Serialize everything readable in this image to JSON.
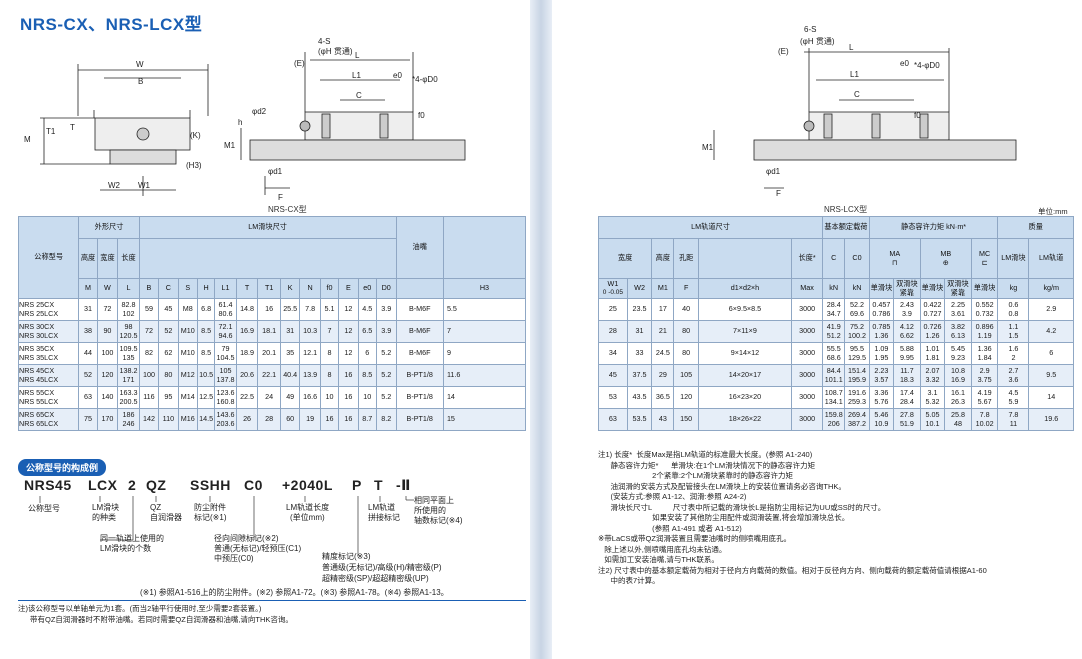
{
  "left": {
    "title": "NRS-CX、NRS-LCX型",
    "caption": "NRS-CX型",
    "dims": {
      "W": "W",
      "B": "B",
      "T1": "T1",
      "T": "T",
      "M": "M",
      "K": "(K)",
      "H3": "(H3)",
      "W2": "W2",
      "W1": "W1",
      "E": "(E)",
      "S": "4-S",
      "Hthru": "(φH 贯通)",
      "L": "L",
      "L1": "L1",
      "C": "C",
      "e0": "e0",
      "D0": "*4-φD0",
      "d2": "φd2",
      "M1": "M1",
      "h": "h",
      "f0": "f0",
      "d1": "φd1",
      "F": "F"
    },
    "table": {
      "h_model": "公称型号",
      "h_outer": "外形尺寸",
      "h_lm": "LM滑块尺寸",
      "h_height": "高度",
      "h_width": "宽度",
      "h_length": "长度",
      "h_nipple": "油嘴",
      "sub": [
        "M",
        "W",
        "L",
        "B",
        "C",
        "S",
        "H",
        "L1",
        "T",
        "T1",
        "K",
        "N",
        "f0",
        "E",
        "e0",
        "D0",
        "H3"
      ],
      "rows": [
        {
          "m": [
            "NRS 25CX",
            "NRS 25LCX"
          ],
          "M": "31",
          "W": "72",
          "L": [
            "82.8",
            "102"
          ],
          "B": "59",
          "C": "45",
          "S": "M8",
          "H": "6.8",
          "L1": [
            "61.4",
            "80.6"
          ],
          "T": "14.8",
          "T1": "16",
          "K": "25.5",
          "N": "7.8",
          "f0": "5.1",
          "E": "12",
          "e0": "4.5",
          "D0": "3.9",
          "n": "B-M6F",
          "H3": "5.5"
        },
        {
          "m": [
            "NRS 30CX",
            "NRS 30LCX"
          ],
          "M": "38",
          "W": "90",
          "L": [
            "98",
            "120.5"
          ],
          "B": "72",
          "C": "52",
          "S": "M10",
          "H": "8.5",
          "L1": [
            "72.1",
            "94.6"
          ],
          "T": "16.9",
          "T1": "18.1",
          "K": "31",
          "N": "10.3",
          "f0": "7",
          "E": "12",
          "e0": "6.5",
          "D0": "3.9",
          "n": "B-M6F",
          "H3": "7"
        },
        {
          "m": [
            "NRS 35CX",
            "NRS 35LCX"
          ],
          "M": "44",
          "W": "100",
          "L": [
            "109.5",
            "135"
          ],
          "B": "82",
          "C": "62",
          "S": "M10",
          "H": "8.5",
          "L1": [
            "79",
            "104.5"
          ],
          "T": "18.9",
          "T1": "20.1",
          "K": "35",
          "N": "12.1",
          "f0": "8",
          "E": "12",
          "e0": "6",
          "D0": "5.2",
          "n": "B-M6F",
          "H3": "9"
        },
        {
          "m": [
            "NRS 45CX",
            "NRS 45LCX"
          ],
          "M": "52",
          "W": "120",
          "L": [
            "138.2",
            "171"
          ],
          "B": "100",
          "C": "80",
          "S": "M12",
          "H": "10.5",
          "L1": [
            "105",
            "137.8"
          ],
          "T": "20.6",
          "T1": "22.1",
          "K": "40.4",
          "N": "13.9",
          "f0": "8",
          "E": "16",
          "e0": "8.5",
          "D0": "5.2",
          "n": "B-PT1/8",
          "H3": "11.6"
        },
        {
          "m": [
            "NRS 55CX",
            "NRS 55LCX"
          ],
          "M": "63",
          "W": "140",
          "L": [
            "163.3",
            "200.5"
          ],
          "B": "116",
          "C": "95",
          "S": "M14",
          "H": "12.5",
          "L1": [
            "123.6",
            "160.8"
          ],
          "T": "22.5",
          "T1": "24",
          "K": "49",
          "N": "16.6",
          "f0": "10",
          "E": "16",
          "e0": "10",
          "D0": "5.2",
          "n": "B-PT1/8",
          "H3": "14"
        },
        {
          "m": [
            "NRS 65CX",
            "NRS 65LCX"
          ],
          "M": "75",
          "W": "170",
          "L": [
            "186",
            "246"
          ],
          "B": "142",
          "C": "110",
          "S": "M16",
          "H": "14.5",
          "L1": [
            "143.6",
            "203.6"
          ],
          "T": "26",
          "T1": "28",
          "K": "60",
          "N": "19",
          "f0": "16",
          "E": "16",
          "e0": "8.7",
          "D0": "8.2",
          "n": "B-PT1/8",
          "H3": "15"
        }
      ]
    },
    "section": "公称型号的构成例",
    "code": [
      "NRS45",
      "LCX",
      "2",
      "QZ",
      "SSHH",
      "C0",
      "+2040L",
      "P",
      "T",
      "-Ⅱ"
    ],
    "labels": {
      "model": "公称型号",
      "kind1": "LM滑块",
      "kind2": "的种类",
      "qz1": "QZ",
      "qz2": "自润滑器",
      "dust1": "防尘附件",
      "dust2": "标记(※1)",
      "railLen1": "LM轨道长度",
      "railLen2": "(单位mm)",
      "joint1": "LM轨道",
      "joint2": "拼接标记",
      "axis1": "相同平面上",
      "axis2": "所使用的",
      "axis3": "轴数标记(※4)",
      "count1": "同一轨道上使用的",
      "count2": "LM滑块的个数",
      "clr1": "径向间隙标记(※2)",
      "clr2": "普通(无标记)/轻预压(C1)",
      "clr3": "中预压(C0)",
      "acc1": "精度标记(※3)",
      "acc2": "普通级(无标记)/高级(H)/精密级(P)",
      "acc3": "超精密级(SP)/超超精密级(UP)"
    },
    "refline": "(※1) 参照A1-516上的防尘附件。(※2) 参照A1-72。(※3) 参照A1-78。(※4) 参照A1-13。",
    "notes": [
      "注)该公称型号以单轴单元为1套。(而当2轴平行使用时,至少需要2套装置。)",
      "带有QZ自润滑器时不附带油嘴。若同时需要QZ自润滑器和油嘴,请向THK咨询。"
    ]
  },
  "right": {
    "caption": "NRS-LCX型",
    "unit": "单位:mm",
    "dims": {
      "S": "6-S",
      "Hthru": "(φH 贯通)",
      "E": "(E)",
      "L": "L",
      "L1": "L1",
      "C": "C",
      "e0": "e0",
      "D0": "*4-φD0",
      "M1": "M1",
      "f0": "f0",
      "d1": "φd1",
      "F": "F"
    },
    "table": {
      "h_rail": "LM轨道尺寸",
      "h_rated": "基本额定载荷",
      "h_static": "静态容许力矩 kN·m*",
      "h_mass": "质量",
      "h_width": "宽度",
      "h_height": "高度",
      "h_pitch": "孔距",
      "h_length": "长度*",
      "sub_W1": "W1",
      "sub_W1tol": "0\n-0.05",
      "sub": [
        "W2",
        "M1",
        "F",
        "d1×d2×h",
        "Max",
        "kN",
        "kN",
        "单滑块",
        "双滑块紧靠",
        "单滑块",
        "双滑块紧靠",
        "单滑块",
        "kg",
        "kg/m"
      ],
      "h_C": "C",
      "h_C0": "C0",
      "h_MA": "MA",
      "h_MB": "MB",
      "h_MC": "MC",
      "h_blk": "LM滑块",
      "h_railm": "LM轨道",
      "rows": [
        {
          "W1": "25",
          "W2": "23.5",
          "M1": "17",
          "F": "40",
          "d": "6×9.5×8.5",
          "Max": "3000",
          "C": [
            "28.4",
            "34.7"
          ],
          "C0": [
            "52.2",
            "69.6"
          ],
          "MA1": [
            "0.457",
            "0.786"
          ],
          "MA2": [
            "2.43",
            "3.9"
          ],
          "MB1": [
            "0.422",
            "0.727"
          ],
          "MB2": [
            "2.25",
            "3.61"
          ],
          "MC": [
            "0.552",
            "0.732"
          ],
          "blk": [
            "0.6",
            "0.8"
          ],
          "rail": "2.9"
        },
        {
          "W1": "28",
          "W2": "31",
          "M1": "21",
          "F": "80",
          "d": "7×11×9",
          "Max": "3000",
          "C": [
            "41.9",
            "51.2"
          ],
          "C0": [
            "75.2",
            "100.2"
          ],
          "MA1": [
            "0.785",
            "1.36"
          ],
          "MA2": [
            "4.12",
            "6.62"
          ],
          "MB1": [
            "0.726",
            "1.26"
          ],
          "MB2": [
            "3.82",
            "6.13"
          ],
          "MC": [
            "0.896",
            "1.19"
          ],
          "blk": [
            "1.1",
            "1.5"
          ],
          "rail": "4.2"
        },
        {
          "W1": "34",
          "W2": "33",
          "M1": "24.5",
          "F": "80",
          "d": "9×14×12",
          "Max": "3000",
          "C": [
            "55.5",
            "68.6"
          ],
          "C0": [
            "95.5",
            "129.5"
          ],
          "MA1": [
            "1.09",
            "1.95"
          ],
          "MA2": [
            "5.88",
            "9.95"
          ],
          "MB1": [
            "1.01",
            "1.81"
          ],
          "MB2": [
            "5.45",
            "9.23"
          ],
          "MC": [
            "1.36",
            "1.84"
          ],
          "blk": [
            "1.6",
            "2"
          ],
          "rail": "6"
        },
        {
          "W1": "45",
          "W2": "37.5",
          "M1": "29",
          "F": "105",
          "d": "14×20×17",
          "Max": "3000",
          "C": [
            "84.4",
            "101.1"
          ],
          "C0": [
            "151.4",
            "195.9"
          ],
          "MA1": [
            "2.23",
            "3.57"
          ],
          "MA2": [
            "11.7",
            "18.3"
          ],
          "MB1": [
            "2.07",
            "3.32"
          ],
          "MB2": [
            "10.8",
            "16.9"
          ],
          "MC": [
            "2.9",
            "3.75"
          ],
          "blk": [
            "2.7",
            "3.6"
          ],
          "rail": "9.5"
        },
        {
          "W1": "53",
          "W2": "43.5",
          "M1": "36.5",
          "F": "120",
          "d": "16×23×20",
          "Max": "3000",
          "C": [
            "108.7",
            "134.1"
          ],
          "C0": [
            "191.6",
            "259.3"
          ],
          "MA1": [
            "3.36",
            "5.76"
          ],
          "MA2": [
            "17.4",
            "28.4"
          ],
          "MB1": [
            "3.1",
            "5.32"
          ],
          "MB2": [
            "16.1",
            "26.3"
          ],
          "MC": [
            "4.19",
            "5.67"
          ],
          "blk": [
            "4.5",
            "5.9"
          ],
          "rail": "14"
        },
        {
          "W1": "63",
          "W2": "53.5",
          "M1": "43",
          "F": "150",
          "d": "18×26×22",
          "Max": "3000",
          "C": [
            "159.8",
            "206"
          ],
          "C0": [
            "269.4",
            "387.2"
          ],
          "MA1": [
            "5.46",
            "10.9"
          ],
          "MA2": [
            "27.8",
            "51.9"
          ],
          "MB1": [
            "5.05",
            "10.1"
          ],
          "MB2": [
            "25.8",
            "48"
          ],
          "MC": [
            "7.8",
            "10.02"
          ],
          "blk": [
            "7.8",
            "11"
          ],
          "rail": "19.6"
        }
      ]
    },
    "notes": [
      "注1) 长度*  长度Max是指LM轨道的标准最大长度。(参照 A1-240)",
      "      静态容许力矩*      单滑块:在1个LM滑块情况下的静态容许力矩",
      "                          2个紧靠:2个LM滑块紧靠时的静态容许力矩",
      "      油润滑的安装方式及配管接头在LM滑块上的安装位置请务必咨询THK。",
      "      (安装方式:参照 A1-12、润滑:参照 A24-2)",
      "      滑块长尺寸L          尺寸表中所记载的滑块长L是指防尘用标记为UU或SS时的尺寸。",
      "                          如果安装了其他防尘用配件或润滑装置,将会增加滑块总长。",
      "                          (参照 A1-491 或者 A1-512)",
      "※带LaCS或带QZ润滑装置且需要油嘴时的侧喷嘴用底孔。",
      "   除上述以外,侧喷嘴用底孔均未钻通。",
      "   如需加工安装油嘴,请与THK联系。",
      "注2) 尺寸表中的基本额定载荷为相对于径向方向载荷的数值。相对于反径向方向、侧向载荷的额定载荷值请根据A1-60",
      "      中的表7计算。"
    ]
  }
}
